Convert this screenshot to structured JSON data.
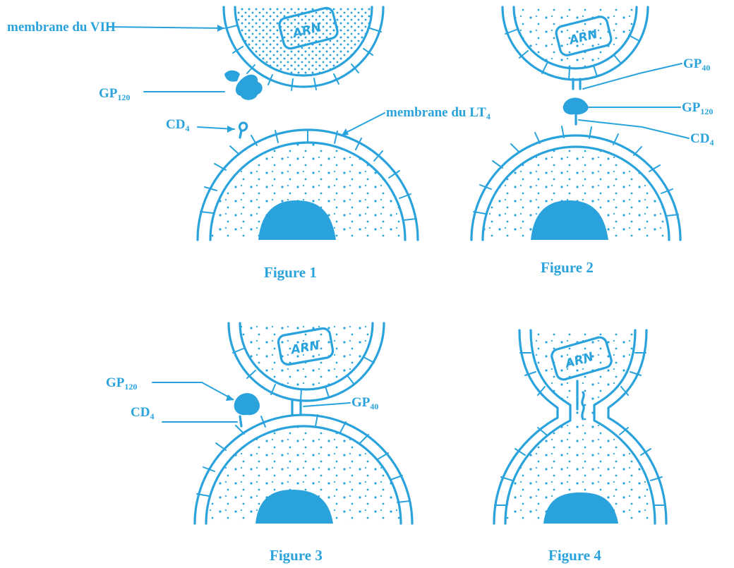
{
  "colors": {
    "drawing": "#2aa3dc",
    "background": "#ffffff"
  },
  "labels": {
    "vih_membrane": "membrane du VIH",
    "lt4_membrane": "membrane du LT",
    "lt4_sub": "4",
    "gp120_main": "GP",
    "gp120_sub": "120",
    "gp40_main": "GP",
    "gp40_sub": "40",
    "cd4_main": "CD",
    "cd4_sub": "4",
    "rna": "ARN"
  },
  "figures": [
    {
      "caption": "Figure 1"
    },
    {
      "caption": "Figure 2"
    },
    {
      "caption": "Figure 3"
    },
    {
      "caption": "Figure 4"
    }
  ]
}
